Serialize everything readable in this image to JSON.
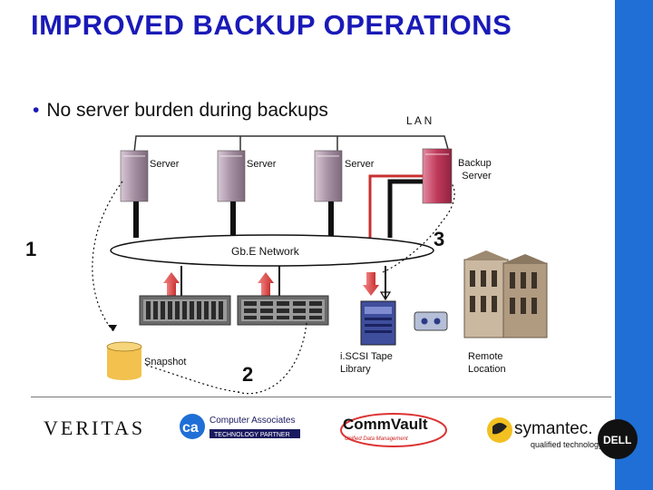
{
  "title": "IMPROVED BACKUP OPERATIONS",
  "bullet": "No server burden during backups",
  "lan_label": "L A N",
  "servers": [
    "Server",
    "Server",
    "Server"
  ],
  "backup_server": [
    "Backup",
    "Server"
  ],
  "network_label": "Gb.E Network",
  "snapshot_label": "Snapshot",
  "tape_library": [
    "i.SCSI Tape",
    "Library"
  ],
  "remote_location": [
    "Remote",
    "Location"
  ],
  "steps": [
    "1",
    "2",
    "3"
  ],
  "logos": {
    "veritas": "VERITAS",
    "ca_name": "Computer Associates",
    "ca_tag": "TECHNOLOGY PARTNER",
    "commvault_name": "CommVault",
    "commvault_tag": "Unified Data Management",
    "symantec_name": "symantec.",
    "symantec_tag": "qualified technology",
    "dell": "DELL"
  },
  "colors": {
    "title": "#1a1ab8",
    "accent_bar": "#1f6fd6",
    "backup_server": "#c0395a",
    "arrow": "#e05050",
    "snapshot": "#f2c14e"
  }
}
